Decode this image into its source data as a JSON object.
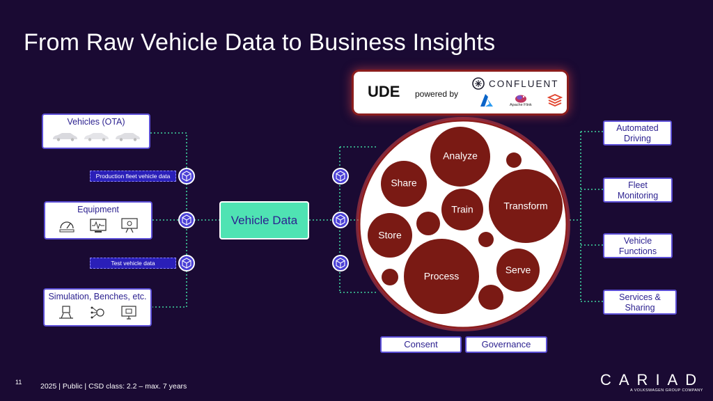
{
  "page": {
    "title": "From Raw Vehicle Data to Business Insights",
    "page_number": "11",
    "footer": "2025 | Public | CSD class: 2.2 – max. 7 years",
    "brand": "CARIAD",
    "brand_tagline": "A VOLKSWAGEN GROUP COMPANY"
  },
  "sources": [
    {
      "title": "Vehicles (OTA)",
      "icons": [
        "car-icon",
        "car-icon",
        "car-icon"
      ]
    },
    {
      "title": "Equipment",
      "icons": [
        "gauge-icon",
        "monitor-icon",
        "robot-icon"
      ]
    },
    {
      "title": "Simulation, Benches, etc.",
      "icons": [
        "workbench-icon",
        "network-icon",
        "computer-icon"
      ]
    }
  ],
  "tags": {
    "production": "Production fleet vehicle data",
    "test": "Test vehicle data"
  },
  "center": {
    "label": "Vehicle Data"
  },
  "ude": {
    "name": "UDE",
    "powered_by": "powered by",
    "confluent": "CONFLUENT",
    "flink_caption": "Apache Flink",
    "logos": [
      "azure-logo-icon",
      "flink-logo-icon",
      "databricks-logo-icon"
    ]
  },
  "bubbles": {
    "analyze": "Analyze",
    "share": "Share",
    "train": "Train",
    "transform": "Transform",
    "store": "Store",
    "process": "Process",
    "serve": "Serve"
  },
  "outputs": [
    {
      "line1": "Automated",
      "line2": "Driving"
    },
    {
      "line1": "Fleet",
      "line2": "Monitoring"
    },
    {
      "line1": "Vehicle",
      "line2": "Functions"
    },
    {
      "line1": "Services &",
      "line2": "Sharing"
    }
  ],
  "bottom": {
    "consent": "Consent",
    "governance": "Governance"
  },
  "colors": {
    "background": "#1a0a33",
    "box_border": "#5b4ed6",
    "box_text": "#2a1f8f",
    "vehicle_data_fill": "#4fe3b3",
    "bubble_fill": "#7a1a14",
    "dotted_line": "#3fd6a0",
    "connector_fill": "#4a3fd6"
  }
}
